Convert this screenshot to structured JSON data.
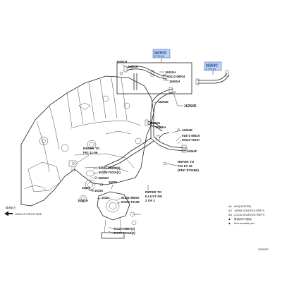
{
  "callouts": {
    "type_a_part": "16261G",
    "type_a_label": "(TYPE A)",
    "type_b_part": "16263C",
    "type_b_label": "(TYPE B)",
    "p_16261H_top": "16261H",
    "p_90412": "90412-08004",
    "p_16261H_mid": "16261H",
    "p_16261H_left": "16261H",
    "p_16264E_upper": "16264E",
    "p_16264D": "16264D",
    "p_16265H": "16265H",
    "p_16261H_lower": "16261H",
    "p_16264E_lower": "16264E",
    "p_91671": "91671-80816",
    "p_90119": "90119-T0237",
    "p_16264F": "16264F",
    "p_94151": "94151-80800(2)",
    "p_90178": "90178-T0010(2)",
    "p_16268G": "16268G",
    "p_16258": "16258",
    "p_16325": "16325",
    "p_16321": "16321",
    "p_91551": "91551-80820",
    "p_90105": "90105-T0128",
    "p_90119b": "90119-08887(2)",
    "p_90178b": "90178-T0019(2)",
    "p_16331A": "16331A",
    "p_16328": "16328"
  },
  "refs": {
    "ref1_l1": "REFER TO",
    "ref1_l2": "FIG 11-06",
    "ref2_l1": "REFER TO",
    "ref2_l2": "FIG 87-16",
    "ref2_l3": "(PNC 87245E)",
    "ref3_l1": "REFER TO",
    "ref3_l2": "ILLUST NO",
    "ref3_l3": "2 OF 2"
  },
  "orientation": {
    "jp_label": "車両前方",
    "en_label": "VEHICLE FRONT SIDE"
  },
  "legend": [
    {
      "mark": "※1",
      "text": "W/O(HEATER)"
    },
    {
      "mark": "※2",
      "text": "JAPAN SOURCED PARTS"
    },
    {
      "mark": "※3",
      "text": "LOCAL SOURCED PARTS"
    },
    {
      "mark": "◆",
      "text": "再使用不可部品"
    },
    {
      "mark": "◆",
      "text": "Non-reusable part"
    }
  ],
  "figure_id": "16201BC"
}
